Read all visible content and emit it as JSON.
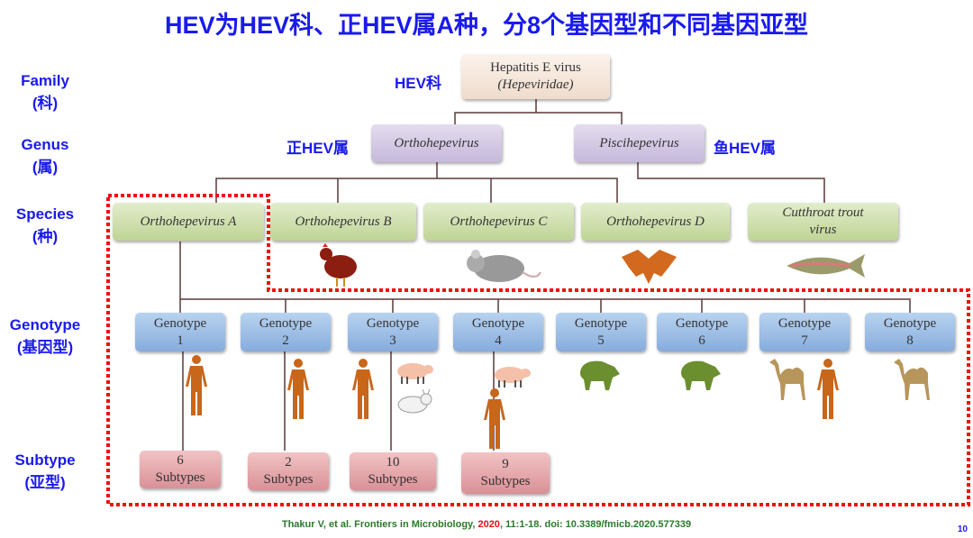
{
  "title": "HEV为HEV科、正HEV属A种，分8个基因型和不同基因亚型",
  "levels": [
    {
      "en": "Family",
      "cn": "(科)"
    },
    {
      "en": "Genus",
      "cn": "(属)"
    },
    {
      "en": "Species",
      "cn": "(种)"
    },
    {
      "en": "Genotype",
      "cn": "(基因型)"
    },
    {
      "en": "Subtype",
      "cn": "(亚型)"
    }
  ],
  "family": {
    "line1": "Hepatitis E virus",
    "line2": "(Hepeviridae)",
    "cn_label": "HEV科"
  },
  "genus": [
    {
      "name": "Orthohepevirus",
      "cn_label": "正HEV属"
    },
    {
      "name": "Piscihepevirus",
      "cn_label": "鱼HEV属"
    }
  ],
  "species": [
    "Orthohepevirus A",
    "Orthohepevirus B",
    "Orthohepevirus C",
    "Orthohepevirus D",
    "Cutthroat trout virus"
  ],
  "genotypes": [
    {
      "label": "Genotype",
      "num": "1"
    },
    {
      "label": "Genotype",
      "num": "2"
    },
    {
      "label": "Genotype",
      "num": "3"
    },
    {
      "label": "Genotype",
      "num": "4"
    },
    {
      "label": "Genotype",
      "num": "5"
    },
    {
      "label": "Genotype",
      "num": "6"
    },
    {
      "label": "Genotype",
      "num": "7"
    },
    {
      "label": "Genotype",
      "num": "8"
    }
  ],
  "subtypes": [
    {
      "num": "6",
      "label": "Subtypes"
    },
    {
      "num": "2",
      "label": "Subtypes"
    },
    {
      "num": "10",
      "label": "Subtypes"
    },
    {
      "num": "9",
      "label": "Subtypes"
    }
  ],
  "citation": {
    "pre": "Thakur V, et al. Frontiers in Microbiology, ",
    "year": "2020",
    "post": ", 11:1-18.  doi: 10.3389/fmicb.2020.577339"
  },
  "page_number": "10",
  "colors": {
    "title": "#1a1aee",
    "highlight": "#ee1111",
    "human": "#c8661a",
    "boar": "#6b8e2e",
    "camel": "#b8955a"
  }
}
